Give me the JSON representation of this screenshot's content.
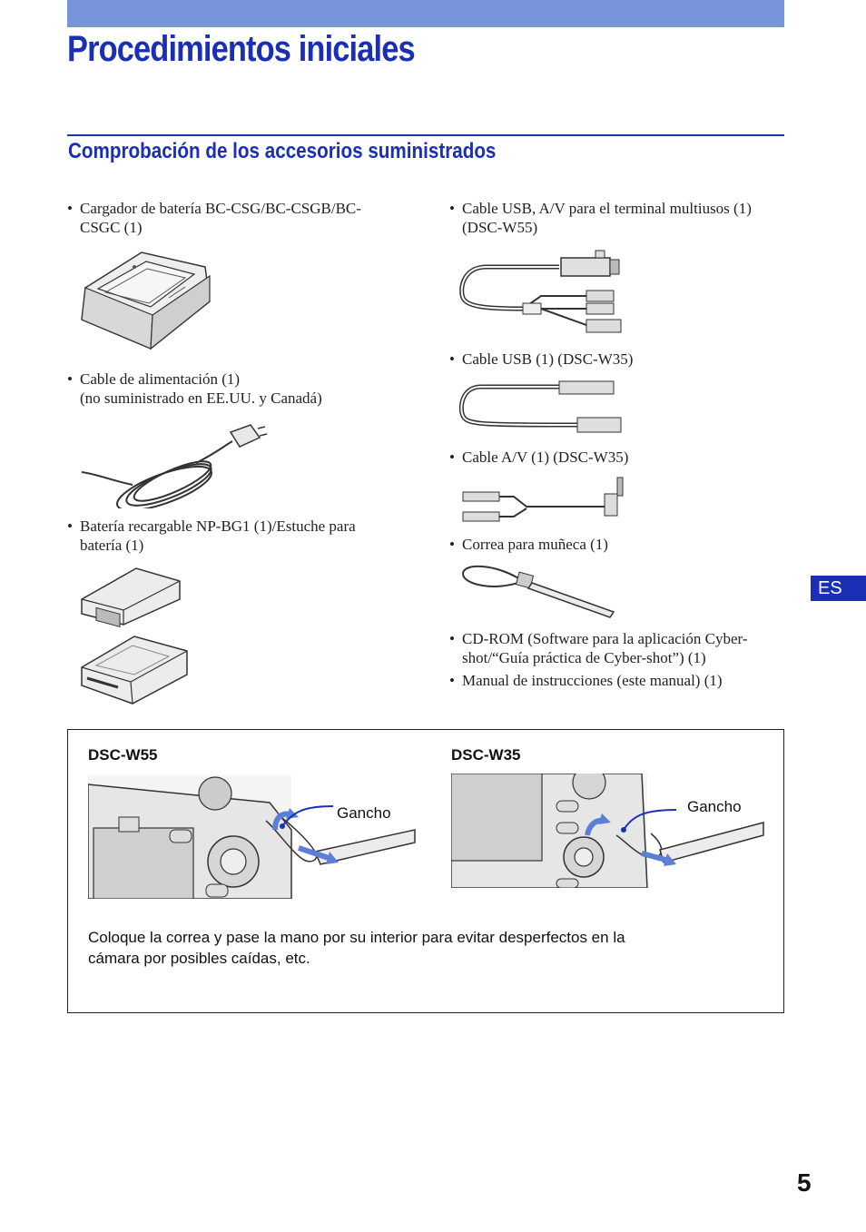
{
  "header": {
    "title": "Procedimientos iniciales"
  },
  "section": {
    "title": "Comprobación de los accesorios suministrados"
  },
  "accessories": {
    "left": [
      {
        "lines": [
          "Cargador de batería BC-CSG/BC-CSGB/BC-",
          "CSGC (1)"
        ]
      },
      {
        "lines": [
          "Cable de alimentación (1)",
          "(no suministrado en EE.UU. y Canadá)"
        ]
      },
      {
        "lines": [
          "Batería recargable NP-BG1 (1)/Estuche para",
          "batería (1)"
        ]
      }
    ],
    "right": [
      {
        "lines": [
          "Cable USB, A/V para el terminal multiusos (1)",
          "(DSC-W55)"
        ]
      },
      {
        "lines": [
          "Cable USB (1) (DSC-W35)"
        ]
      },
      {
        "lines": [
          "Cable A/V (1) (DSC-W35)"
        ]
      },
      {
        "lines": [
          "Correa para muñeca  (1)"
        ]
      },
      {
        "lines": [
          "CD-ROM (Software para la aplicación Cyber-",
          "shot/“Guía práctica de Cyber-shot”) (1)"
        ]
      },
      {
        "lines": [
          "Manual de instrucciones (este manual) (1)"
        ]
      }
    ]
  },
  "strap_box": {
    "model_left": "DSC-W55",
    "model_right": "DSC-W35",
    "hook_label_left": "Gancho",
    "hook_label_right": "Gancho",
    "note_lines": [
      "Coloque la correa y pase la mano por su interior para evitar desperfectos en la",
      "cámara por posibles caídas, etc."
    ]
  },
  "side_tab": "ES",
  "page_number": "5",
  "colors": {
    "accent": "#1a2fb4",
    "bar": "#7794dc",
    "arrow": "#5b7fd6"
  },
  "bullet": "•"
}
